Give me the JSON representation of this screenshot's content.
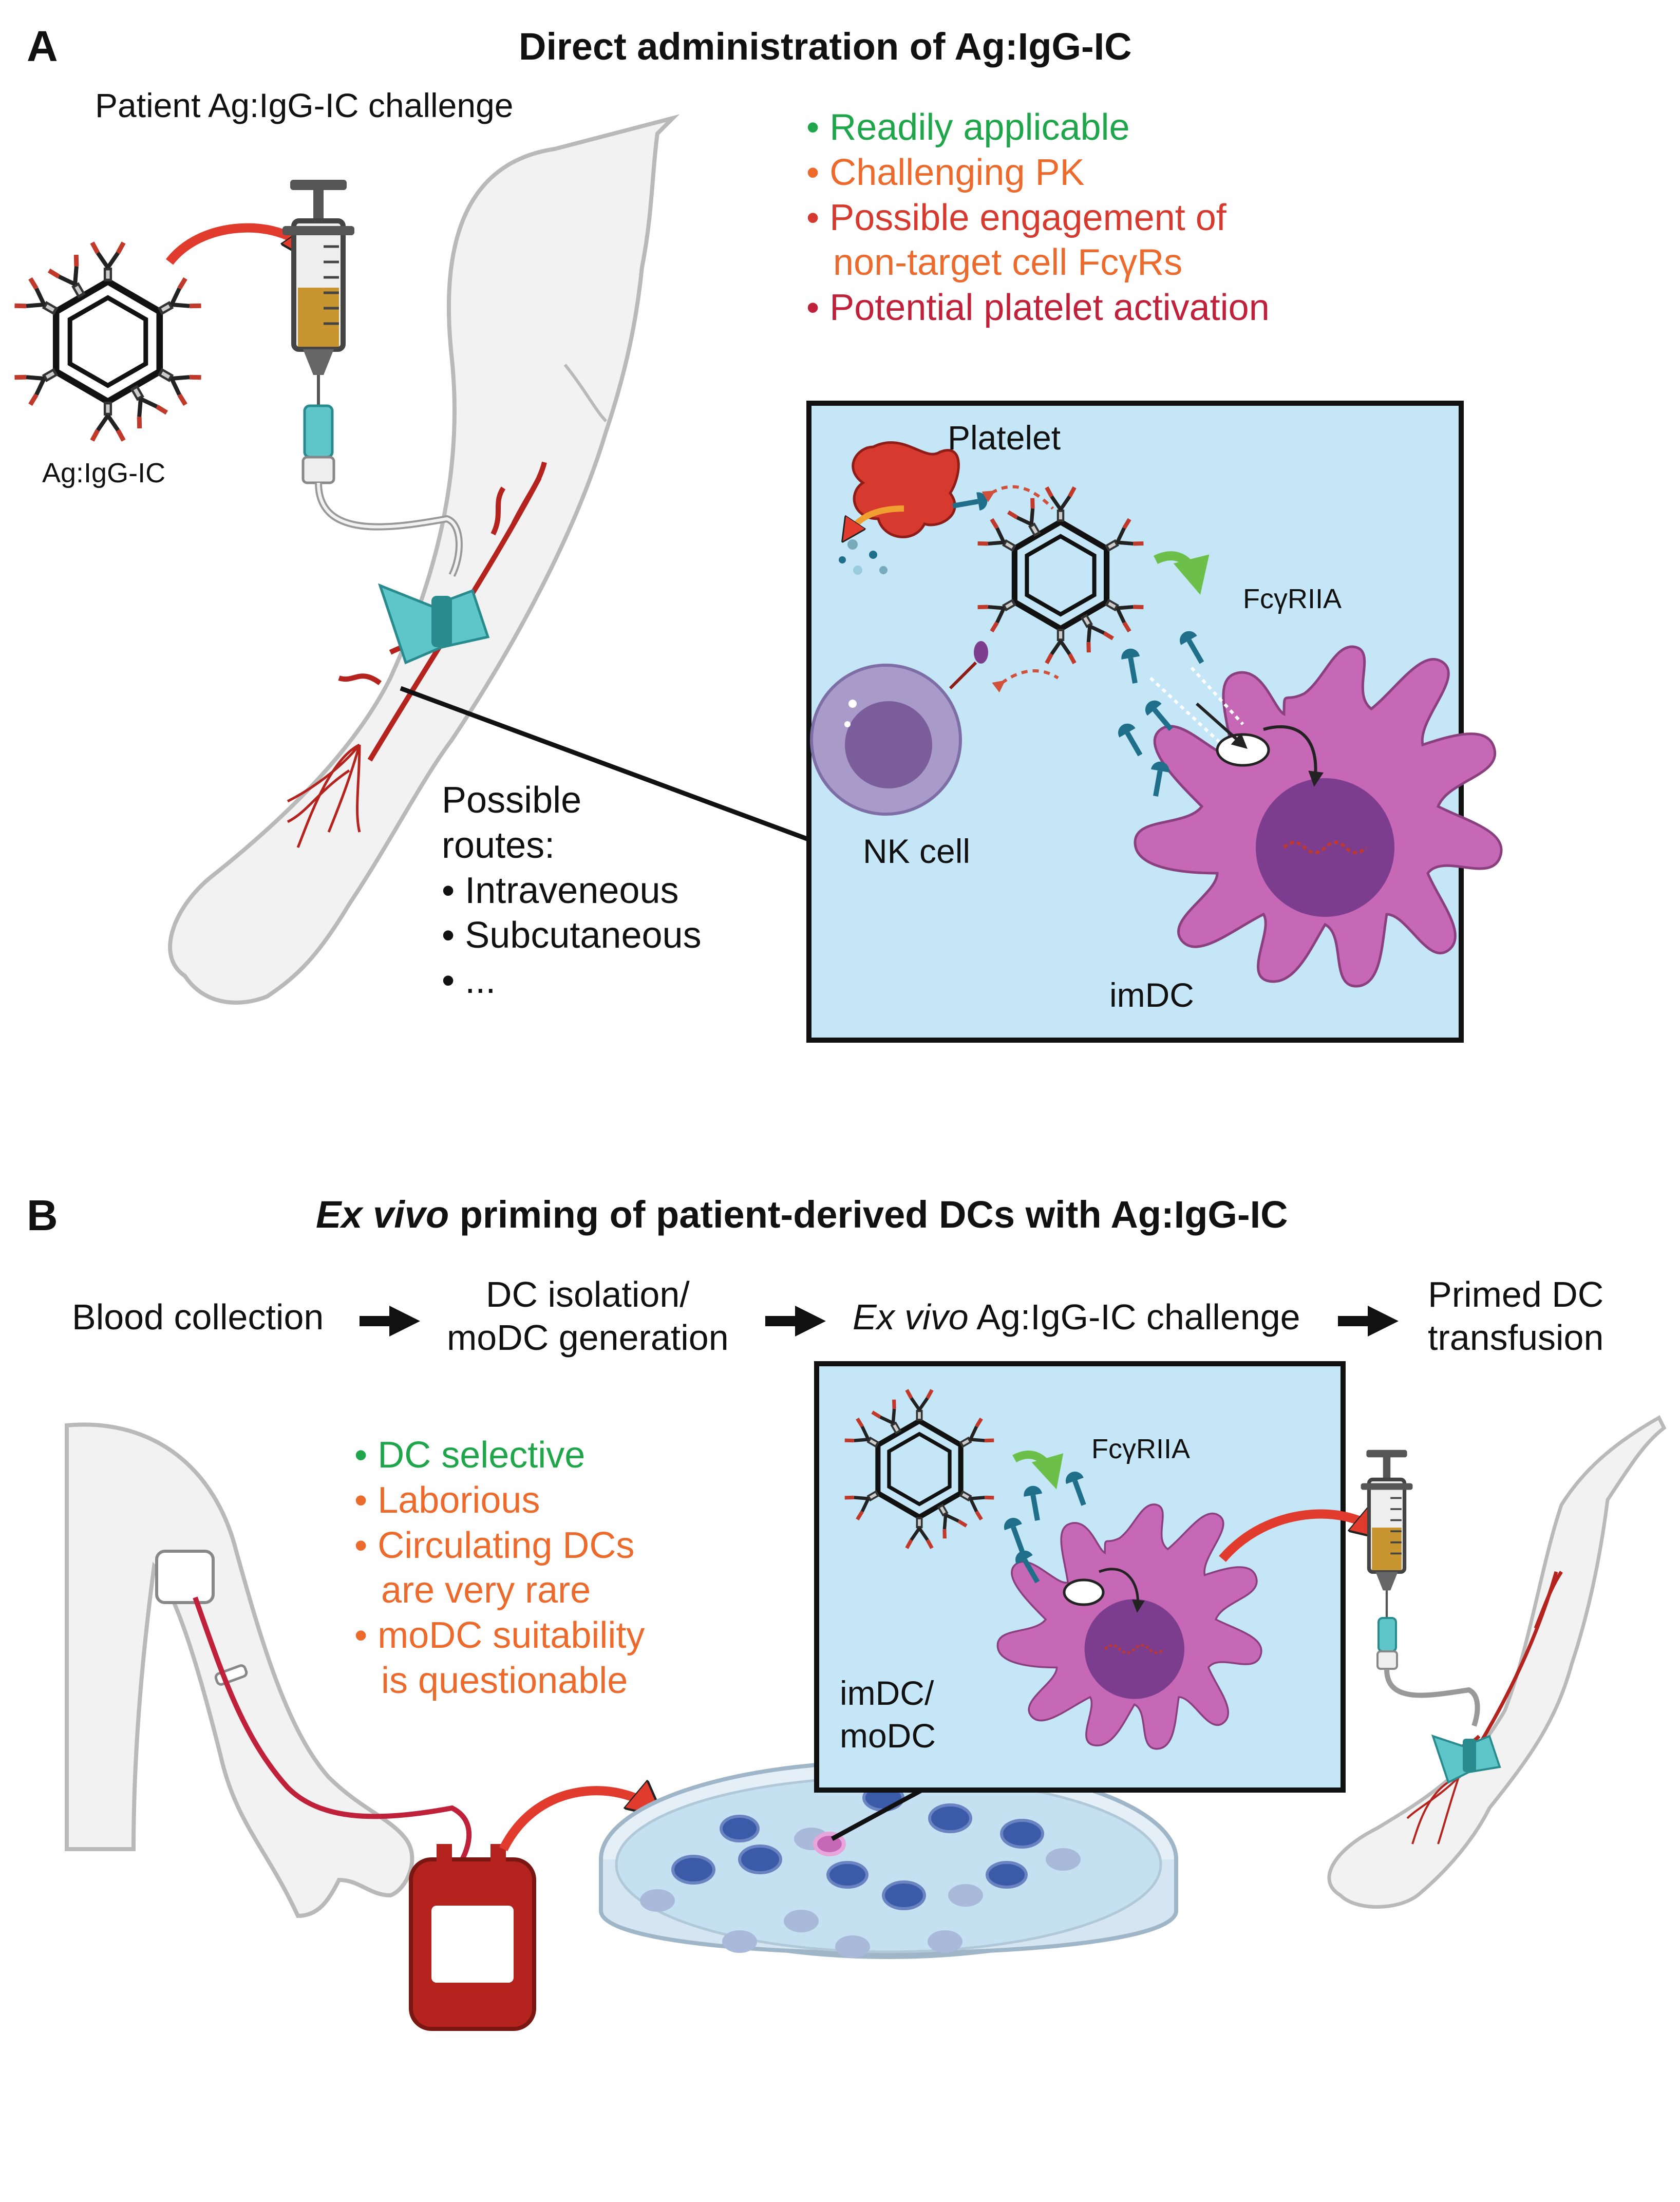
{
  "panel_a": {
    "letter": "A",
    "title": "Direct administration of Ag:IgG-IC",
    "challenge_label": "Patient Ag:IgG-IC challenge",
    "complex_label": "Ag:IgG-IC",
    "pros_cons": [
      {
        "text": "Readily applicable",
        "color": "#1fa64a"
      },
      {
        "text": "Challenging PK",
        "color": "#ec6a2c"
      },
      {
        "text": "Possible engagement of",
        "color": "#d63a2f",
        "bullet": true
      },
      {
        "text": "non-target cell FcγRs",
        "color": "#ec6a2c",
        "bullet": false
      },
      {
        "text": "Potential platelet activation",
        "color": "#c0213a"
      }
    ],
    "routes": {
      "heading_line1": "Possible",
      "heading_line2": "routes:",
      "items": [
        "Intraveneous",
        "Subcutaneous",
        "..."
      ]
    },
    "inset": {
      "platelet_label": "Platelet",
      "receptor_label": "FcγRIIA",
      "nk_label": "NK cell",
      "dc_label": "imDC"
    }
  },
  "panel_b": {
    "letter": "B",
    "title_italic": "Ex vivo",
    "title_rest": " priming of patient-derived DCs with Ag:IgG-IC",
    "steps": [
      {
        "line1": "Blood collection",
        "line2": ""
      },
      {
        "line1": "DC isolation/",
        "line2": "moDC generation"
      },
      {
        "line1_italic": "Ex vivo",
        "line1": " Ag:IgG-IC challenge",
        "line2": ""
      },
      {
        "line1": "Primed DC",
        "line2": "transfusion"
      }
    ],
    "pros_cons": [
      {
        "text": "DC selective",
        "color": "#1fa64a",
        "bullet": true
      },
      {
        "text": "Laborious",
        "color": "#ec6a2c",
        "bullet": true
      },
      {
        "text": "Circulating DCs",
        "color": "#ec6a2c",
        "bullet": true
      },
      {
        "text": "are very rare",
        "color": "#ec6a2c",
        "bullet": false
      },
      {
        "text": "moDC suitability",
        "color": "#ec6a2c",
        "bullet": true
      },
      {
        "text": "is questionable",
        "color": "#ec6a2c",
        "bullet": false
      }
    ],
    "inset": {
      "receptor_label": "FcγRIIA",
      "dc_label_line1": "imDC/",
      "dc_label_line2": "moDC"
    }
  },
  "colors": {
    "inset_bg": "#c5e6f7",
    "dc_pink": "#c768b6",
    "nucleus_purple": "#7d3d8f",
    "vein_red": "#b4231e",
    "syringe_fluid": "#c99530",
    "teal": "#5ec6c8",
    "arrow_red": "#e03b2c",
    "arrow_green": "#6cc04a"
  }
}
